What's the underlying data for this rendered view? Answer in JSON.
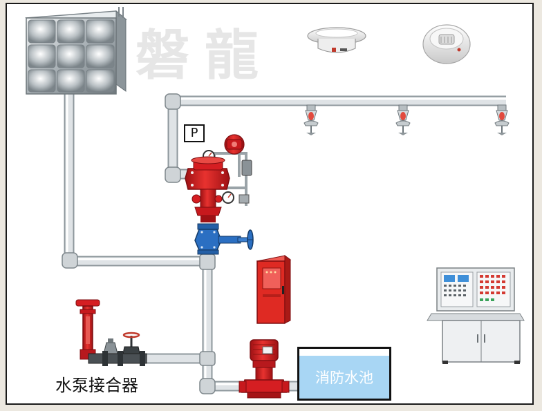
{
  "watermark": "磐龍",
  "pressure_switch": {
    "label": "P"
  },
  "pump_adapter": {
    "label": "水泵接合器"
  },
  "fire_pool": {
    "label": "消防水池"
  },
  "colors": {
    "pipe": "#d9dde0",
    "pipe_edge": "#8e979c",
    "valve_red": "#d51e22",
    "valve_blue": "#2b6fc2",
    "water": "#a8d6f4",
    "cabinet_red": "#df2a23"
  },
  "icons": [
    "water-tank-icon",
    "smoke-detector-icon",
    "heat-detector-icon",
    "sprinkler-head-icon",
    "alarm-valve-icon",
    "gate-valve-icon",
    "control-cabinet-icon",
    "fire-pump-icon",
    "pump-adapter-icon",
    "fire-alarm-console-icon"
  ]
}
